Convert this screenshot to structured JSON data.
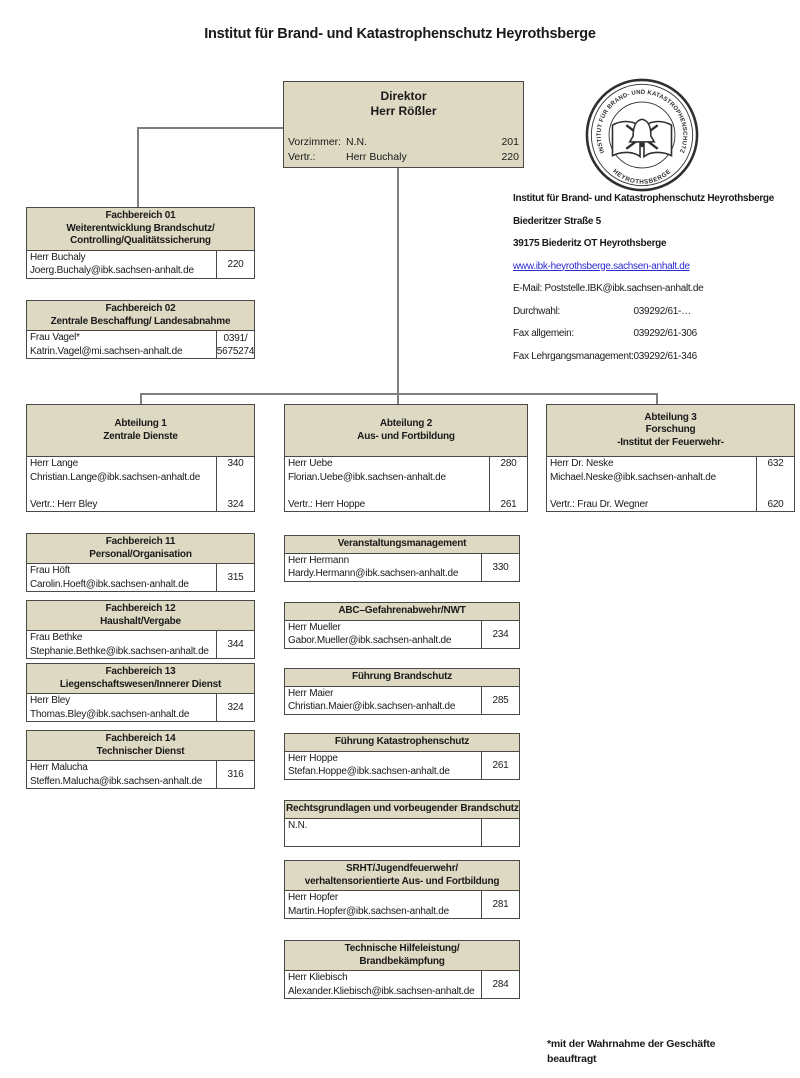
{
  "page": {
    "title": "Institut für Brand- und Katastrophenschutz Heyrothsberge",
    "footnote": "*mit der Wahrnahme der Geschäfte beauftragt"
  },
  "direktor": {
    "title_line1": "Direktor",
    "title_line2": "Herr Rößler",
    "rows": [
      {
        "label": "Vorzimmer:",
        "value": "N.N.",
        "ext": "201"
      },
      {
        "label": "Vertr.:",
        "value": "Herr Buchaly",
        "ext": "220"
      }
    ]
  },
  "logo": {
    "ring_top": "INSTITUT FÜR BRAND- UND KATASTROPHENSCHUTZ",
    "ring_bottom": "HEYROTHSBERGE"
  },
  "contact": {
    "org": "Institut für Brand- und Katastrophenschutz Heyrothsberge",
    "street": "Biederitzer Straße 5",
    "city": "39175 Biederitz OT Heyrothsberge",
    "website": "www.ibk-heyrothsberge.sachsen-anhalt.de",
    "email": "E-Mail: Poststelle.IBK@ibk.sachsen-anhalt.de",
    "phone_rows": [
      {
        "label": "Durchwahl:",
        "value": "039292/61-…"
      },
      {
        "label": "Fax allgemein:",
        "value": "039292/61-306"
      },
      {
        "label": "Fax Lehrgangsmanagement:",
        "value": "039292/61-346"
      }
    ]
  },
  "boxes": {
    "fb01": {
      "header": [
        "Fachbereich 01",
        "Weiterentwicklung Brandschutz/",
        "Controlling/Qualitätssicherung"
      ],
      "rows": [
        {
          "lines": [
            "Herr Buchaly",
            "Joerg.Buchaly@ibk.sachsen-anhalt.de"
          ],
          "ext": [
            "220"
          ]
        }
      ]
    },
    "fb02": {
      "header": [
        "Fachbereich 02",
        "Zentrale Beschaffung/ Landesabnahme"
      ],
      "rows": [
        {
          "lines": [
            "Frau Vagel*",
            "Katrin.Vagel@mi.sachsen-anhalt.de"
          ],
          "ext": [
            "0391/",
            "5675274"
          ]
        }
      ]
    },
    "abt1": {
      "header": [
        "Abteilung 1",
        "Zentrale Dienste"
      ],
      "rows": [
        {
          "lines": [
            "Herr Lange"
          ],
          "ext": [
            "340"
          ]
        },
        {
          "lines": [
            "Christian.Lange@ibk.sachsen-anhalt.de"
          ],
          "ext": []
        },
        {
          "lines": [
            ""
          ],
          "ext": []
        },
        {
          "lines": [
            "Vertr.: Herr Bley"
          ],
          "ext": [
            "324"
          ]
        }
      ]
    },
    "abt2": {
      "header": [
        "Abteilung 2",
        "Aus- und Fortbildung"
      ],
      "rows": [
        {
          "lines": [
            "Herr Uebe"
          ],
          "ext": [
            "280"
          ]
        },
        {
          "lines": [
            "Florian.Uebe@ibk.sachsen-anhalt.de"
          ],
          "ext": []
        },
        {
          "lines": [
            ""
          ],
          "ext": []
        },
        {
          "lines": [
            "Vertr.: Herr Hoppe"
          ],
          "ext": [
            "261"
          ]
        }
      ]
    },
    "abt3": {
      "header": [
        "Abteilung 3",
        "Forschung",
        "-Institut der Feuerwehr-"
      ],
      "rows": [
        {
          "lines": [
            "Herr Dr. Neske"
          ],
          "ext": [
            "632"
          ]
        },
        {
          "lines": [
            "Michael.Neske@ibk.sachsen-anhalt.de"
          ],
          "ext": []
        },
        {
          "lines": [
            ""
          ],
          "ext": []
        },
        {
          "lines": [
            "Vertr.: Frau Dr. Wegner"
          ],
          "ext": [
            "620"
          ]
        }
      ]
    },
    "fb11": {
      "header": [
        "Fachbereich 11",
        "Personal/Organisation"
      ],
      "rows": [
        {
          "lines": [
            "Frau Höft",
            "Carolin.Hoeft@ibk.sachsen-anhalt.de"
          ],
          "ext": [
            "315"
          ]
        }
      ]
    },
    "fb12": {
      "header": [
        "Fachbereich 12",
        "Haushalt/Vergabe"
      ],
      "rows": [
        {
          "lines": [
            "Frau Bethke",
            "Stephanie.Bethke@ibk.sachsen-anhalt.de"
          ],
          "ext": [
            "344"
          ]
        }
      ]
    },
    "fb13": {
      "header": [
        "Fachbereich 13",
        "Liegenschaftswesen/Innerer Dienst"
      ],
      "rows": [
        {
          "lines": [
            "Herr Bley",
            "Thomas.Bley@ibk.sachsen-anhalt.de"
          ],
          "ext": [
            "324"
          ]
        }
      ]
    },
    "fb14": {
      "header": [
        "Fachbereich 14",
        "Technischer Dienst"
      ],
      "rows": [
        {
          "lines": [
            "Herr Malucha",
            "Steffen.Malucha@ibk.sachsen-anhalt.de"
          ],
          "ext": [
            "316"
          ]
        }
      ]
    },
    "veranstaltung": {
      "header": [
        "Veranstaltungsmanagement"
      ],
      "rows": [
        {
          "lines": [
            "Herr Hermann",
            "Hardy.Hermann@ibk.sachsen-anhalt.de"
          ],
          "ext": [
            "330"
          ]
        }
      ]
    },
    "abc": {
      "header": [
        "ABC–Gefahrenabwehr/NWT"
      ],
      "rows": [
        {
          "lines": [
            "Herr Mueller",
            "Gabor.Mueller@ibk.sachsen-anhalt.de"
          ],
          "ext": [
            "234"
          ]
        }
      ]
    },
    "fuehrung_bs": {
      "header": [
        "Führung Brandschutz"
      ],
      "rows": [
        {
          "lines": [
            "Herr Maier",
            "Christian.Maier@ibk.sachsen-anhalt.de"
          ],
          "ext": [
            "285"
          ]
        }
      ]
    },
    "fuehrung_ks": {
      "header": [
        "Führung Katastrophenschutz"
      ],
      "rows": [
        {
          "lines": [
            "Herr Hoppe",
            "Stefan.Hoppe@ibk.sachsen-anhalt.de"
          ],
          "ext": [
            "261"
          ]
        }
      ]
    },
    "recht": {
      "header": [
        "Rechtsgrundlagen und vorbeugender Brandschutz"
      ],
      "rows": [
        {
          "lines": [
            "N.N.",
            ""
          ],
          "ext": []
        }
      ]
    },
    "srht": {
      "header": [
        "SRHT/Jugendfeuerwehr/",
        "verhaltensorientierte Aus- und Fortbildung"
      ],
      "rows": [
        {
          "lines": [
            "Herr Hopfer",
            "Martin.Hopfer@ibk.sachsen-anhalt.de"
          ],
          "ext": [
            "281"
          ]
        }
      ]
    },
    "technische": {
      "header": [
        "Technische Hilfeleistung/",
        "Brandbekämpfung"
      ],
      "rows": [
        {
          "lines": [
            "Herr Kliebisch",
            "Alexander.Kliebisch@ibk.sachsen-anhalt.de"
          ],
          "ext": [
            "284"
          ]
        }
      ]
    }
  },
  "colors": {
    "box_fill": "#ddd9c3",
    "border": "#4a4a45",
    "connector": "#7f7f7f",
    "link": "#2b2bd4"
  }
}
